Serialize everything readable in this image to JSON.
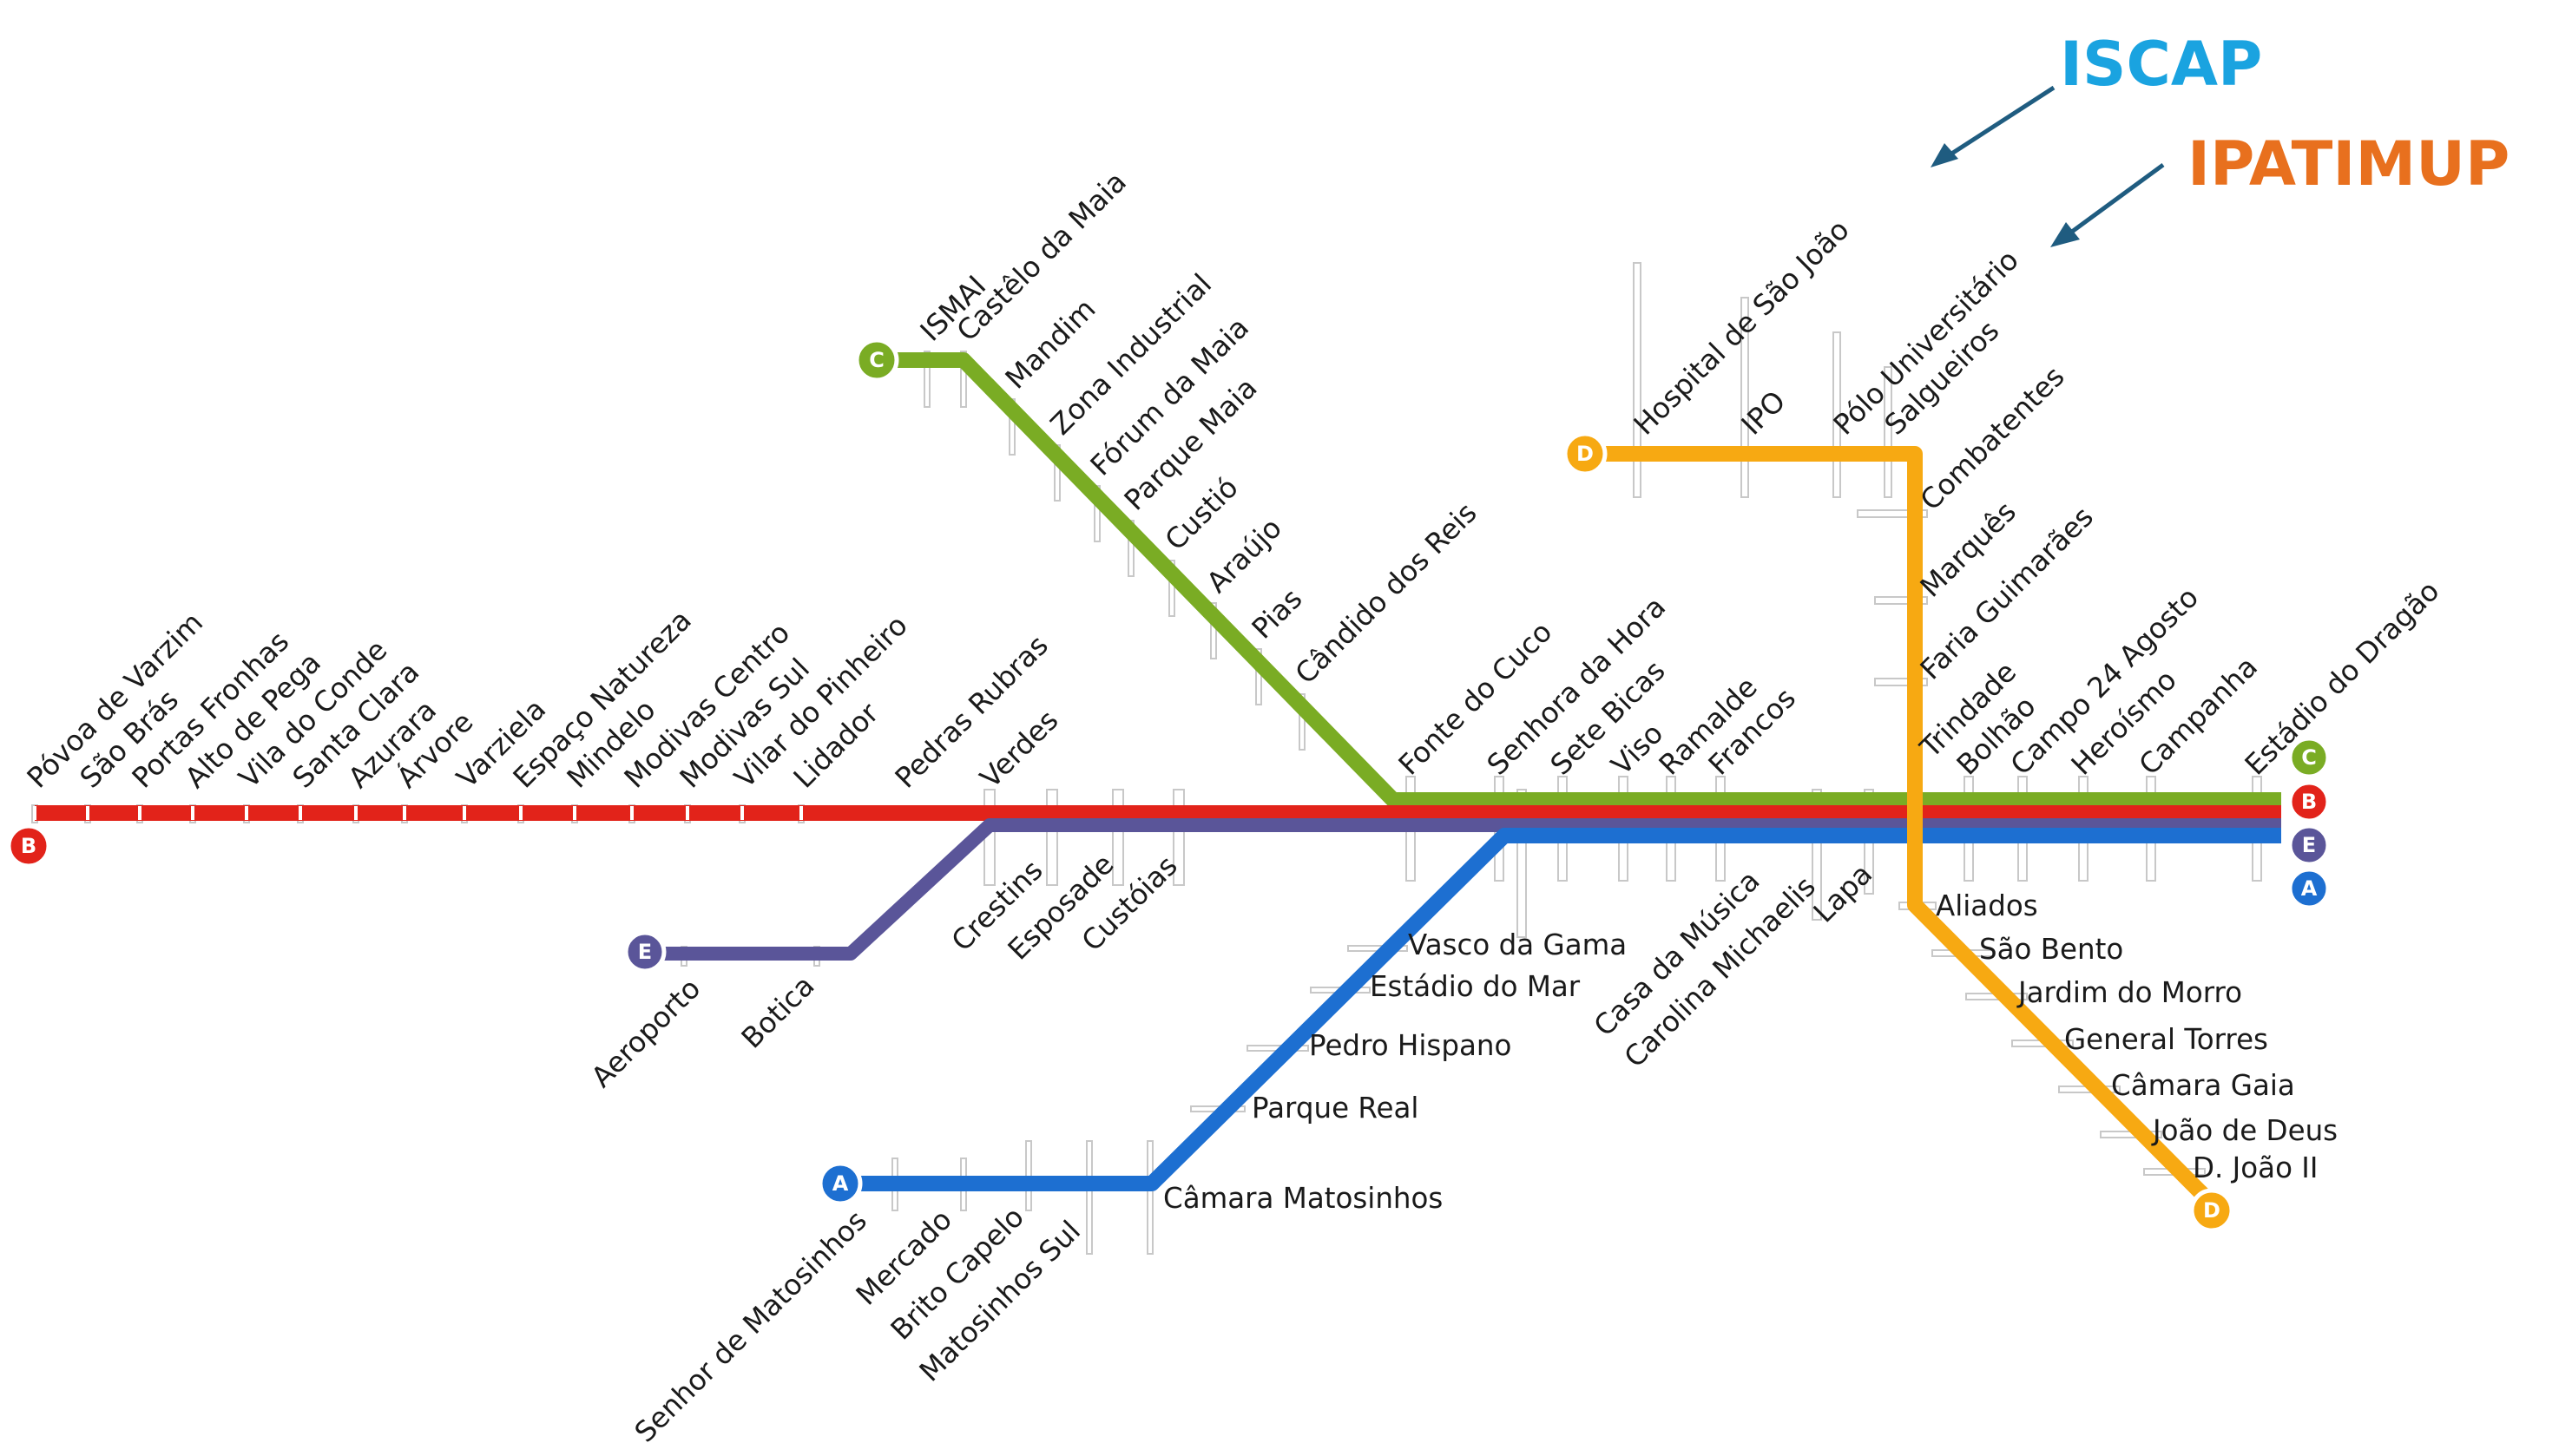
{
  "colors": {
    "A": "#1d6fd1",
    "B": "#e2231a",
    "C": "#7aac24",
    "D": "#f7a912",
    "E": "#5a5599",
    "iscap": "#1aa3e0",
    "ipatimup": "#e8701e",
    "arrow": "#1f5c80"
  },
  "annotations": [
    {
      "id": "iscap",
      "text": "ISCAP"
    },
    {
      "id": "ipatimup",
      "text": "IPATIMUP"
    }
  ],
  "lines": {
    "A": {
      "terminals": [
        {
          "letter": "A"
        },
        {
          "letter": "A"
        }
      ],
      "stations": [
        "Senhor de Matosinhos",
        "Mercado",
        "Brito Capelo",
        "Matosinhos Sul",
        "Câmara Matosinhos",
        "Parque Real",
        "Pedro Hispano",
        "Estádio do Mar",
        "Vasco da Gama"
      ]
    },
    "B": {
      "terminals": [
        {
          "letter": "B"
        },
        {
          "letter": "B"
        }
      ],
      "stations": [
        "Póvoa de Varzim",
        "São Brás",
        "Portas Fronhas",
        "Alto de Pega",
        "Vila do Conde",
        "Santa Clara",
        "Azurara",
        "Árvore",
        "Varziela",
        "Espaço Natureza",
        "Mindelo",
        "Modivas Centro",
        "Modivas Sul",
        "Vilar do Pinheiro",
        "Lidador",
        "Pedras Rubras",
        "Verdes"
      ]
    },
    "C": {
      "terminals": [
        {
          "letter": "C"
        },
        {
          "letter": "C"
        }
      ],
      "stations": [
        "ISMAI",
        "Castêlo da Maia",
        "Mandim",
        "Zona Industrial",
        "Fórum da Maia",
        "Parque Maia",
        "Custió",
        "Araújo",
        "Pias",
        "Cândido dos Reis"
      ]
    },
    "D": {
      "terminals": [
        {
          "letter": "D"
        },
        {
          "letter": "D"
        }
      ],
      "stations": [
        "Hospital de São João",
        "IPO",
        "Pólo Universitário",
        "Salgueiros",
        "Combatentes",
        "Marquês",
        "Faria Guimarães",
        "Trindade",
        "Aliados",
        "São Bento",
        "Jardim do Morro",
        "General Torres",
        "Câmara Gaia",
        "João de Deus",
        "D. João II"
      ]
    },
    "E": {
      "terminals": [
        {
          "letter": "E"
        },
        {
          "letter": "E"
        }
      ],
      "stations": [
        "Aeroporto",
        "Botica"
      ]
    }
  },
  "trunk_below": [
    "Crestins",
    "Esposade",
    "Custóias"
  ],
  "trunk_above": [
    "Fonte do Cuco",
    "Senhora da Hora",
    "Sete Bicas",
    "Viso",
    "Ramalde",
    "Francos",
    "Bolhão",
    "Campo 24 Agosto",
    "Heroísmo",
    "Campanha",
    "Estádio do Dragão"
  ],
  "trunk_below_east": [
    "Casa da Música",
    "Carolina Michaelis",
    "Lapa"
  ]
}
